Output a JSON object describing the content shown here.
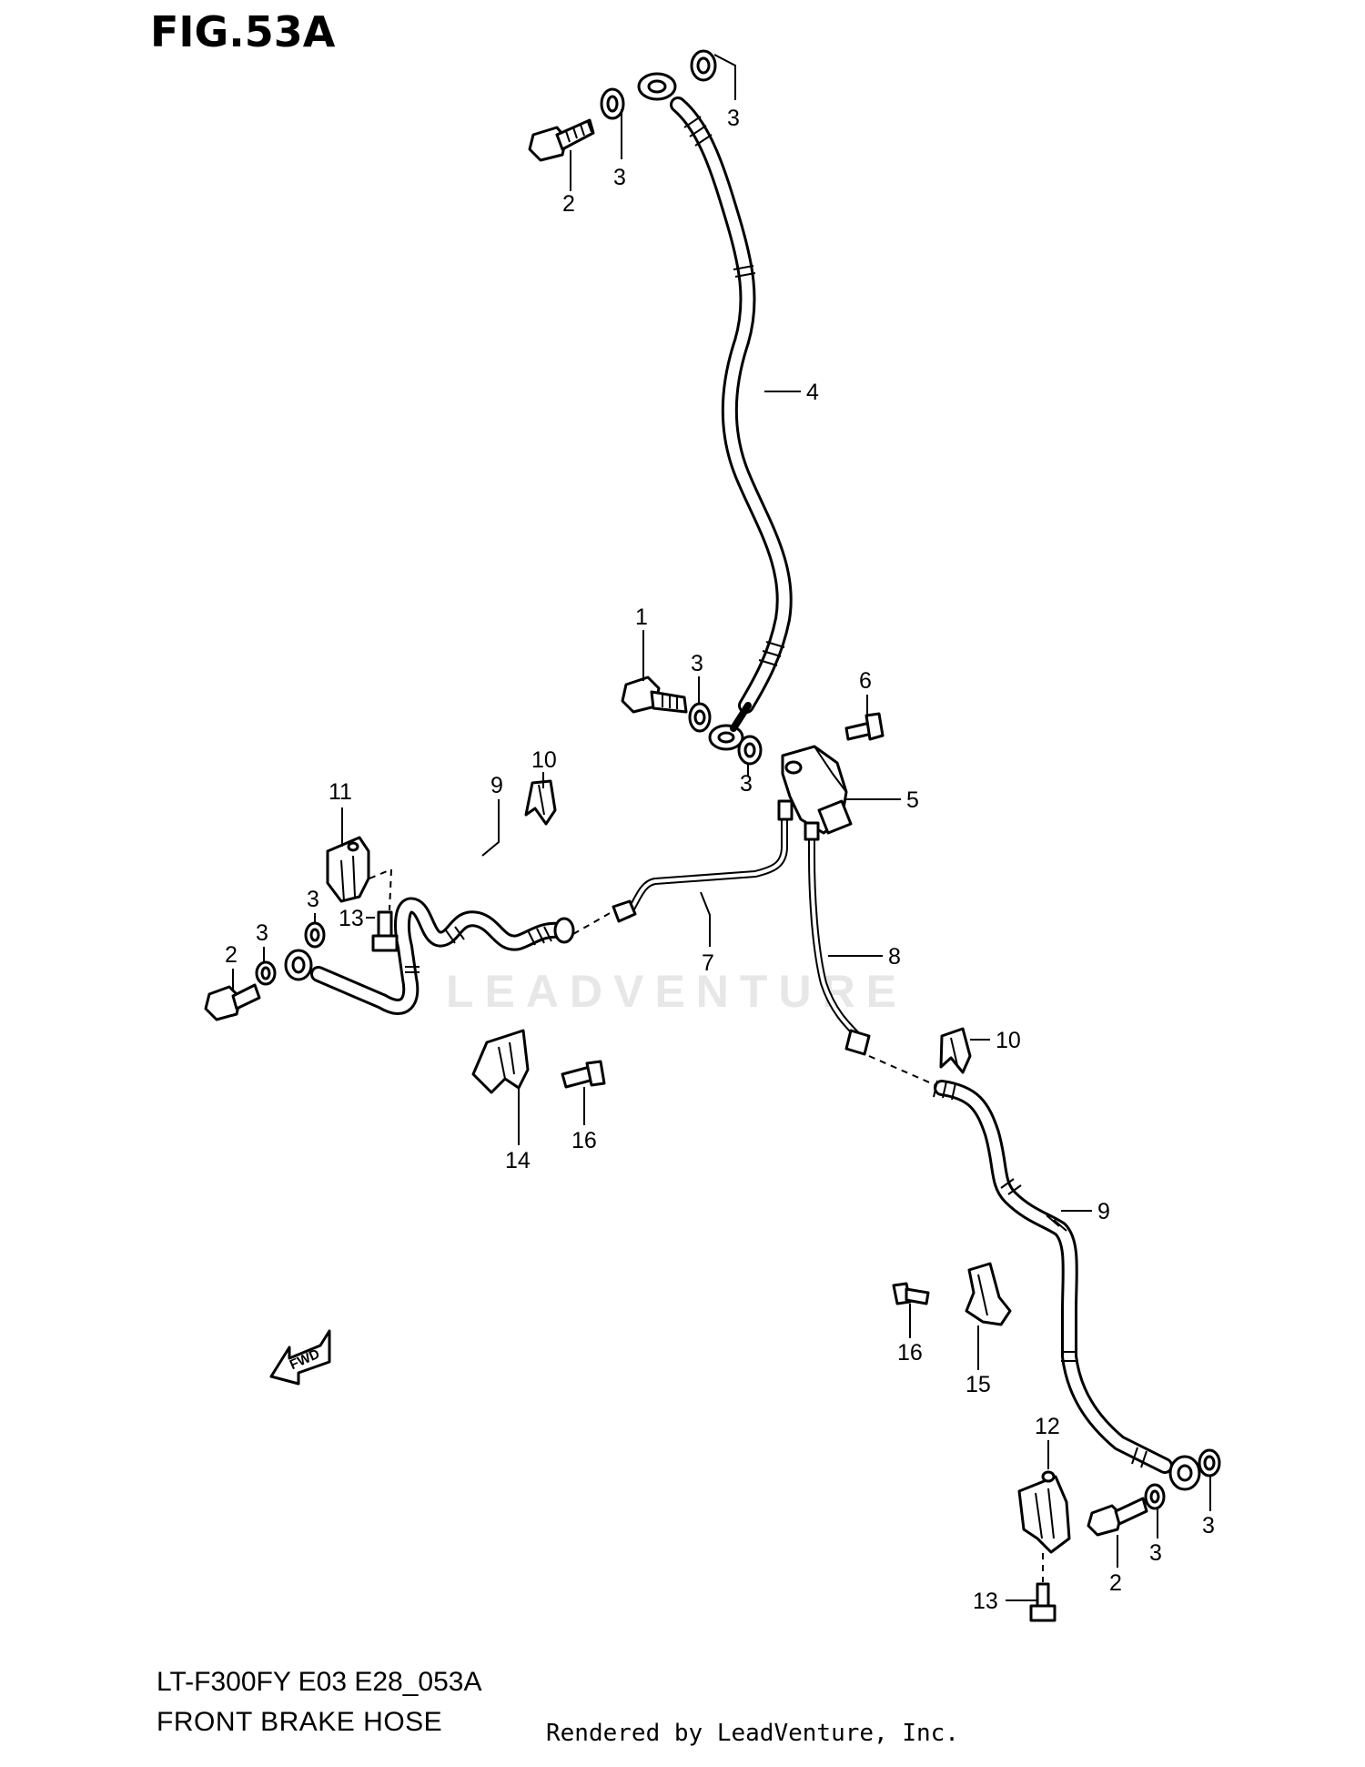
{
  "figure": {
    "title": "FIG.53A",
    "code": "LT-F300FY E03 E28_053A",
    "name": "FRONT BRAKE  HOSE",
    "rendered_by": "Rendered by LeadVenture, Inc.",
    "watermark": "LEADVENTURE"
  },
  "fwd_label": "FWD",
  "callouts": [
    {
      "id": "c-3-top-right",
      "text": "3"
    },
    {
      "id": "c-3-top-washer",
      "text": "3"
    },
    {
      "id": "c-2-top",
      "text": "2"
    },
    {
      "id": "c-4",
      "text": "4"
    },
    {
      "id": "c-1",
      "text": "1"
    },
    {
      "id": "c-3-mid-upper",
      "text": "3"
    },
    {
      "id": "c-6",
      "text": "6"
    },
    {
      "id": "c-10-left",
      "text": "10"
    },
    {
      "id": "c-3-mid-lower",
      "text": "3"
    },
    {
      "id": "c-5",
      "text": "5"
    },
    {
      "id": "c-11",
      "text": "11"
    },
    {
      "id": "c-9-left",
      "text": "9"
    },
    {
      "id": "c-7",
      "text": "7"
    },
    {
      "id": "c-8",
      "text": "8"
    },
    {
      "id": "c-3-left-upper",
      "text": "3"
    },
    {
      "id": "c-13-left",
      "text": "13"
    },
    {
      "id": "c-3-left-washer",
      "text": "3"
    },
    {
      "id": "c-2-left",
      "text": "2"
    },
    {
      "id": "c-14",
      "text": "14"
    },
    {
      "id": "c-16-left",
      "text": "16"
    },
    {
      "id": "c-10-right",
      "text": "10"
    },
    {
      "id": "c-9-right",
      "text": "9"
    },
    {
      "id": "c-16-right",
      "text": "16"
    },
    {
      "id": "c-15",
      "text": "15"
    },
    {
      "id": "c-12",
      "text": "12"
    },
    {
      "id": "c-2-right",
      "text": "2"
    },
    {
      "id": "c-3-right-washer",
      "text": "3"
    },
    {
      "id": "c-3-right-end",
      "text": "3"
    },
    {
      "id": "c-13-right",
      "text": "13"
    }
  ]
}
